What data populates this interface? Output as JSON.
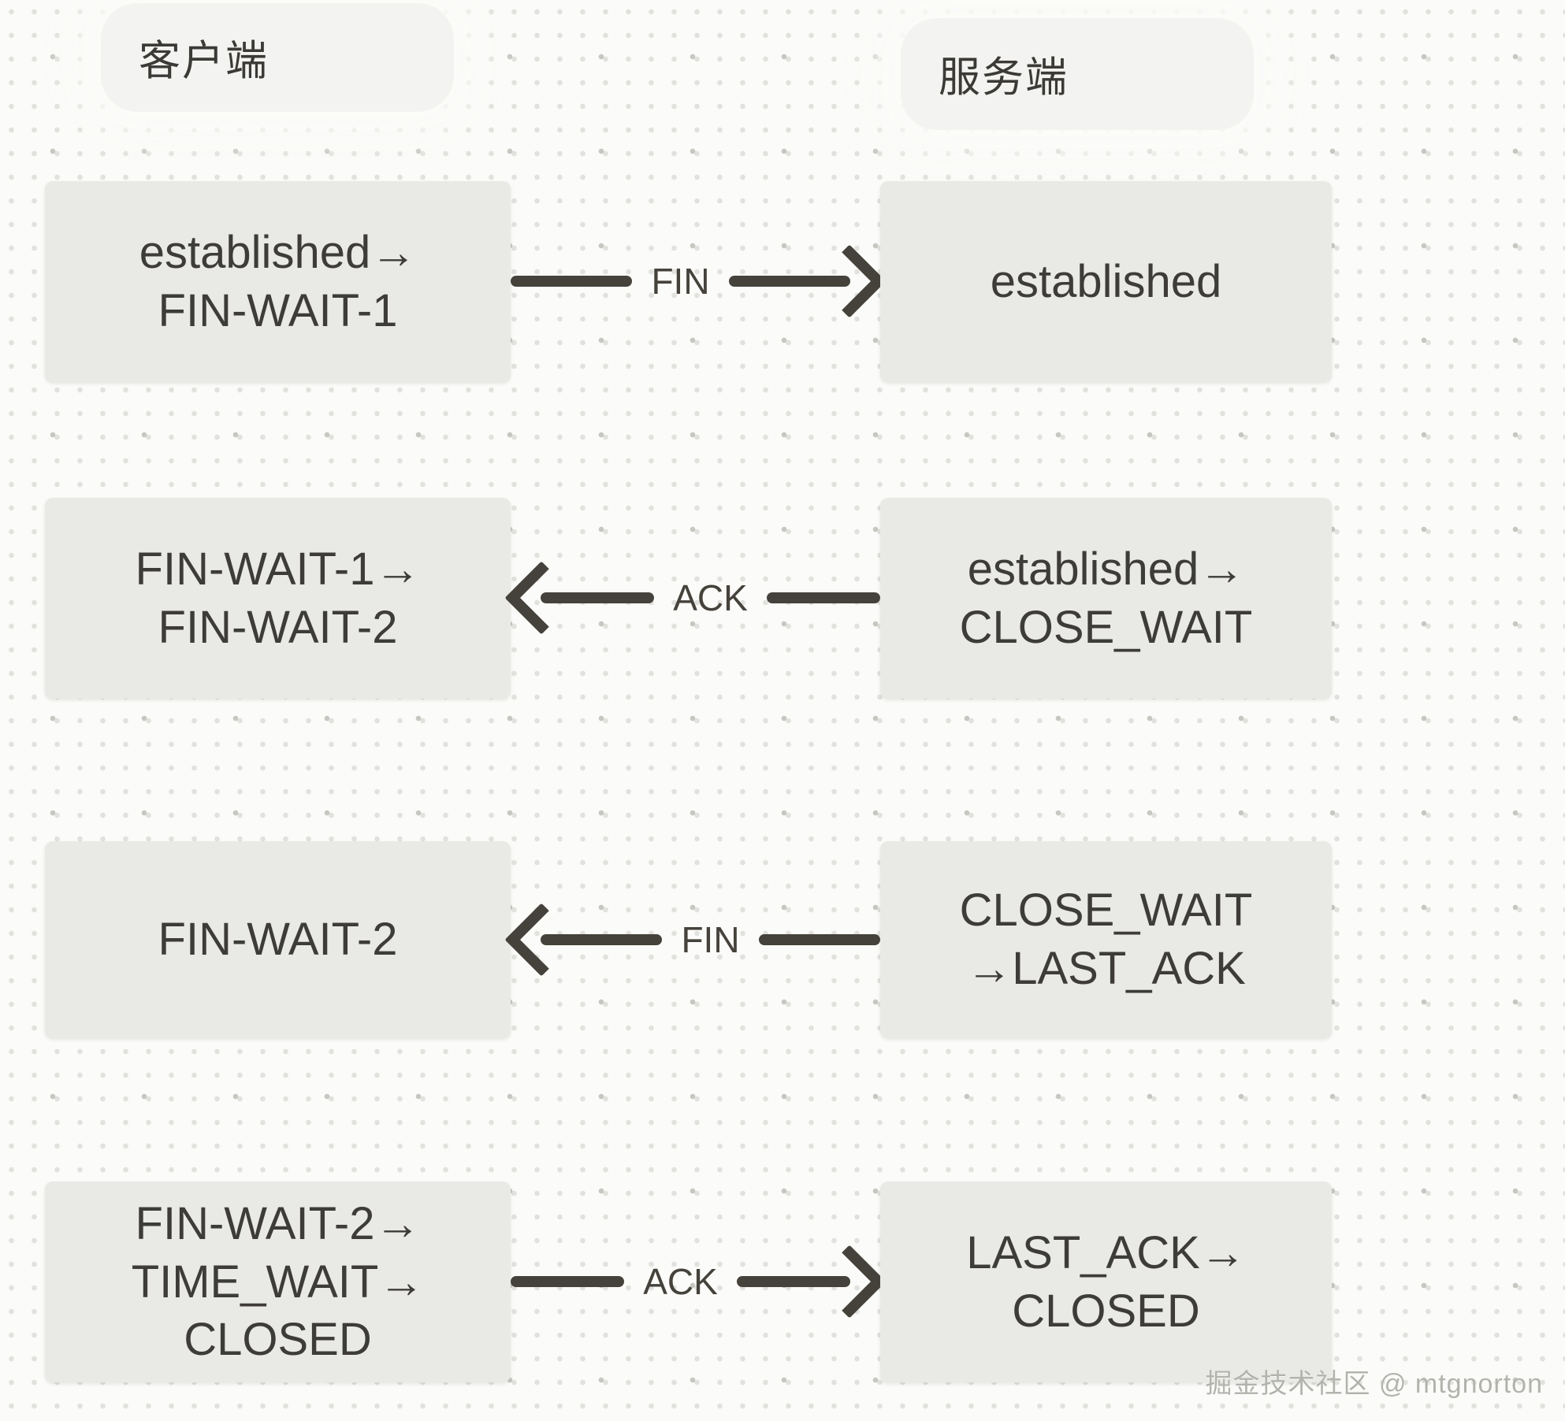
{
  "columns": {
    "client": "客户端",
    "server": "服务端"
  },
  "rows": [
    {
      "client_lines": [
        "established→",
        "FIN-WAIT-1"
      ],
      "message": "FIN",
      "direction": "right",
      "server_lines": [
        "established"
      ]
    },
    {
      "client_lines": [
        "FIN-WAIT-1→",
        "FIN-WAIT-2"
      ],
      "message": "ACK",
      "direction": "left",
      "server_lines": [
        "established→",
        "CLOSE_WAIT"
      ]
    },
    {
      "client_lines": [
        "FIN-WAIT-2"
      ],
      "message": "FIN",
      "direction": "left",
      "server_lines": [
        "CLOSE_WAIT",
        "→LAST_ACK"
      ]
    },
    {
      "client_lines": [
        "FIN-WAIT-2→",
        "TIME_WAIT→",
        "CLOSED"
      ],
      "message": "ACK",
      "direction": "right",
      "server_lines": [
        "LAST_ACK→",
        "CLOSED"
      ]
    }
  ],
  "watermark": {
    "text": "掘金技术社区 @ mtgnorton"
  },
  "colors": {
    "background": "#fbfbf9",
    "dot": "#e1e1dd",
    "box_fill": "#e9e9e6",
    "box_text": "#3e3c38",
    "arrow_ink": "#45423b",
    "pill_fill": "#f3f3f1",
    "watermark_text": "#b3b3ae"
  }
}
